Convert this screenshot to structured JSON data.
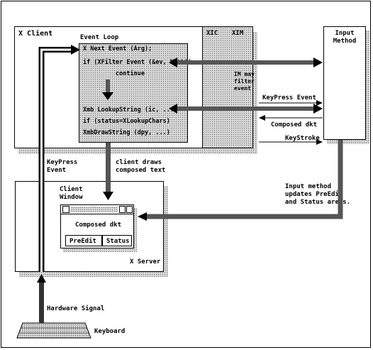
{
  "title": "",
  "boxes": {
    "x_client": "X Client",
    "xic": "XIC",
    "xim": "XIM",
    "input_method": "Input\nMethod",
    "x_server": "X Server"
  },
  "event_loop": {
    "title": "Event Loop",
    "lines": [
      "X Next Event (Arg);",
      "if (XFilter Event (&ev, NULL))",
      "continue",
      "Xmb LookupString (ic, ...)",
      "if (status=XLookupChars)",
      "XmbDrawString (dpy, ...)"
    ]
  },
  "client_window": {
    "label": "Client\nWindow",
    "composed": "Composed dkt",
    "preedit": "PreEdit",
    "status": "Status"
  },
  "annotations": {
    "im_may_filter": "IM may\nfilter\nevent",
    "keypress_event_right": "KeyPress Event",
    "composed_dkt": "Composed dkt",
    "keystroke": "KeyStroke",
    "keypress_event_left": "KeyPress\nEvent",
    "client_draws": "client draws\ncomposed text",
    "im_updates": "Input method\nupdates PreEdit\nand Status areas.",
    "hardware_signal": "Hardware Signal",
    "keyboard": "Keyboard"
  },
  "colors": {
    "shadow": "#d8d8d8",
    "dots": "#6a6a6a",
    "ink": "#000000"
  }
}
